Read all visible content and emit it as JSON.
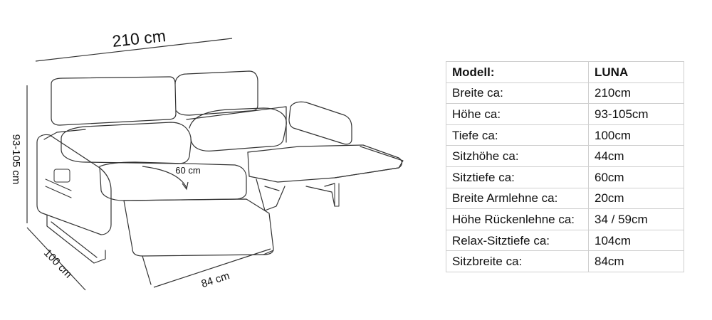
{
  "diagram": {
    "width_label": "210 cm",
    "height_label": "93-105 cm",
    "depth_label": "100 cm",
    "seat_width_label": "84 cm",
    "seat_depth_label": "60 cm"
  },
  "spec_table": {
    "header": {
      "label": "Modell:",
      "value": "LUNA"
    },
    "rows": [
      {
        "label": "Breite ca:",
        "value": "210cm"
      },
      {
        "label": "Höhe ca:",
        "value": "93-105cm"
      },
      {
        "label": "Tiefe ca:",
        "value": "100cm"
      },
      {
        "label": "Sitzhöhe ca:",
        "value": "44cm"
      },
      {
        "label": "Sitztiefe ca:",
        "value": "60cm"
      },
      {
        "label": "Breite Armlehne ca:",
        "value": "20cm"
      },
      {
        "label": "Höhe Rückenlehne ca:",
        "value": "34 / 59cm"
      },
      {
        "label": "Relax-Sitztiefe ca:",
        "value": "104cm"
      },
      {
        "label": "Sitzbreite ca:",
        "value": "84cm"
      }
    ]
  }
}
